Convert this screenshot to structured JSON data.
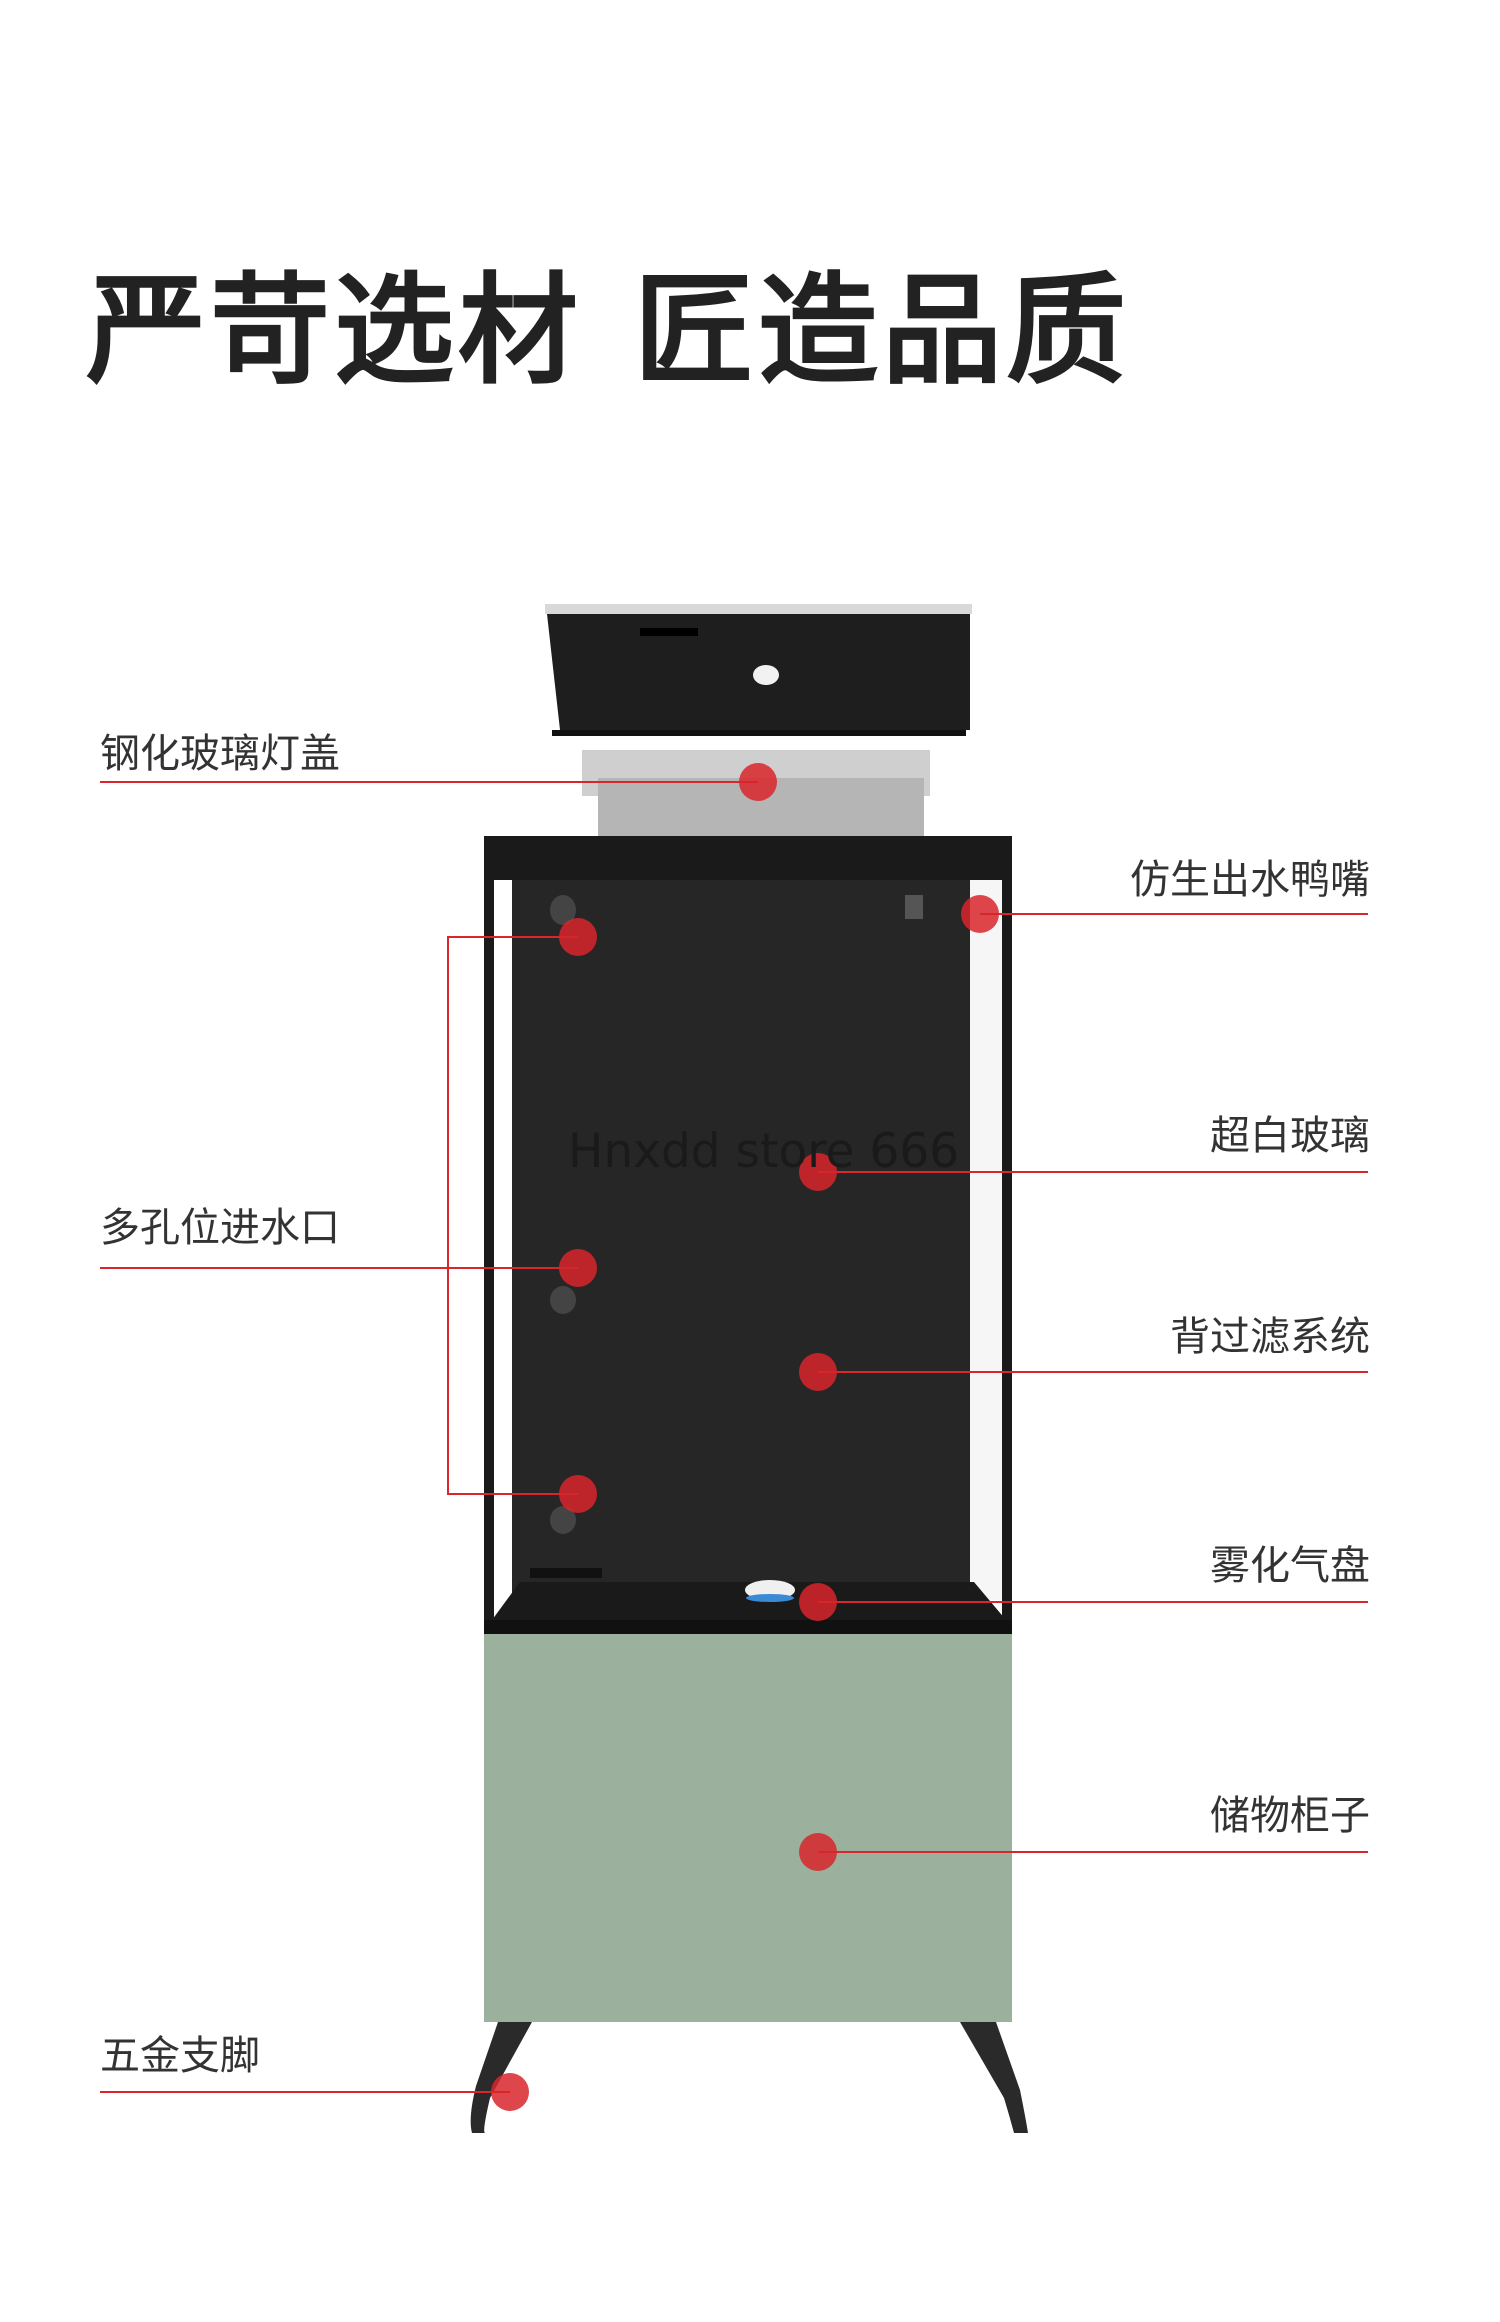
{
  "headline": {
    "part1": "严苛选材",
    "part2": "匠造品质"
  },
  "watermark": "Hnxdd store 666",
  "labels": {
    "glass_lid": "钢化玻璃灯盖",
    "inlet": "多孔位进水口",
    "legs": "五金支脚",
    "duckbill": "仿生出水鸭嘴",
    "ultra_clear_glass": "超白玻璃",
    "back_filter": "背过滤系统",
    "air_disc": "雾化气盘",
    "cabinet": "储物柜子"
  },
  "colors": {
    "accent": "#d8262c",
    "cabinet": "#9bb19d",
    "tank_interior": "#2a2a2a",
    "frame": "#1c1c1c"
  }
}
